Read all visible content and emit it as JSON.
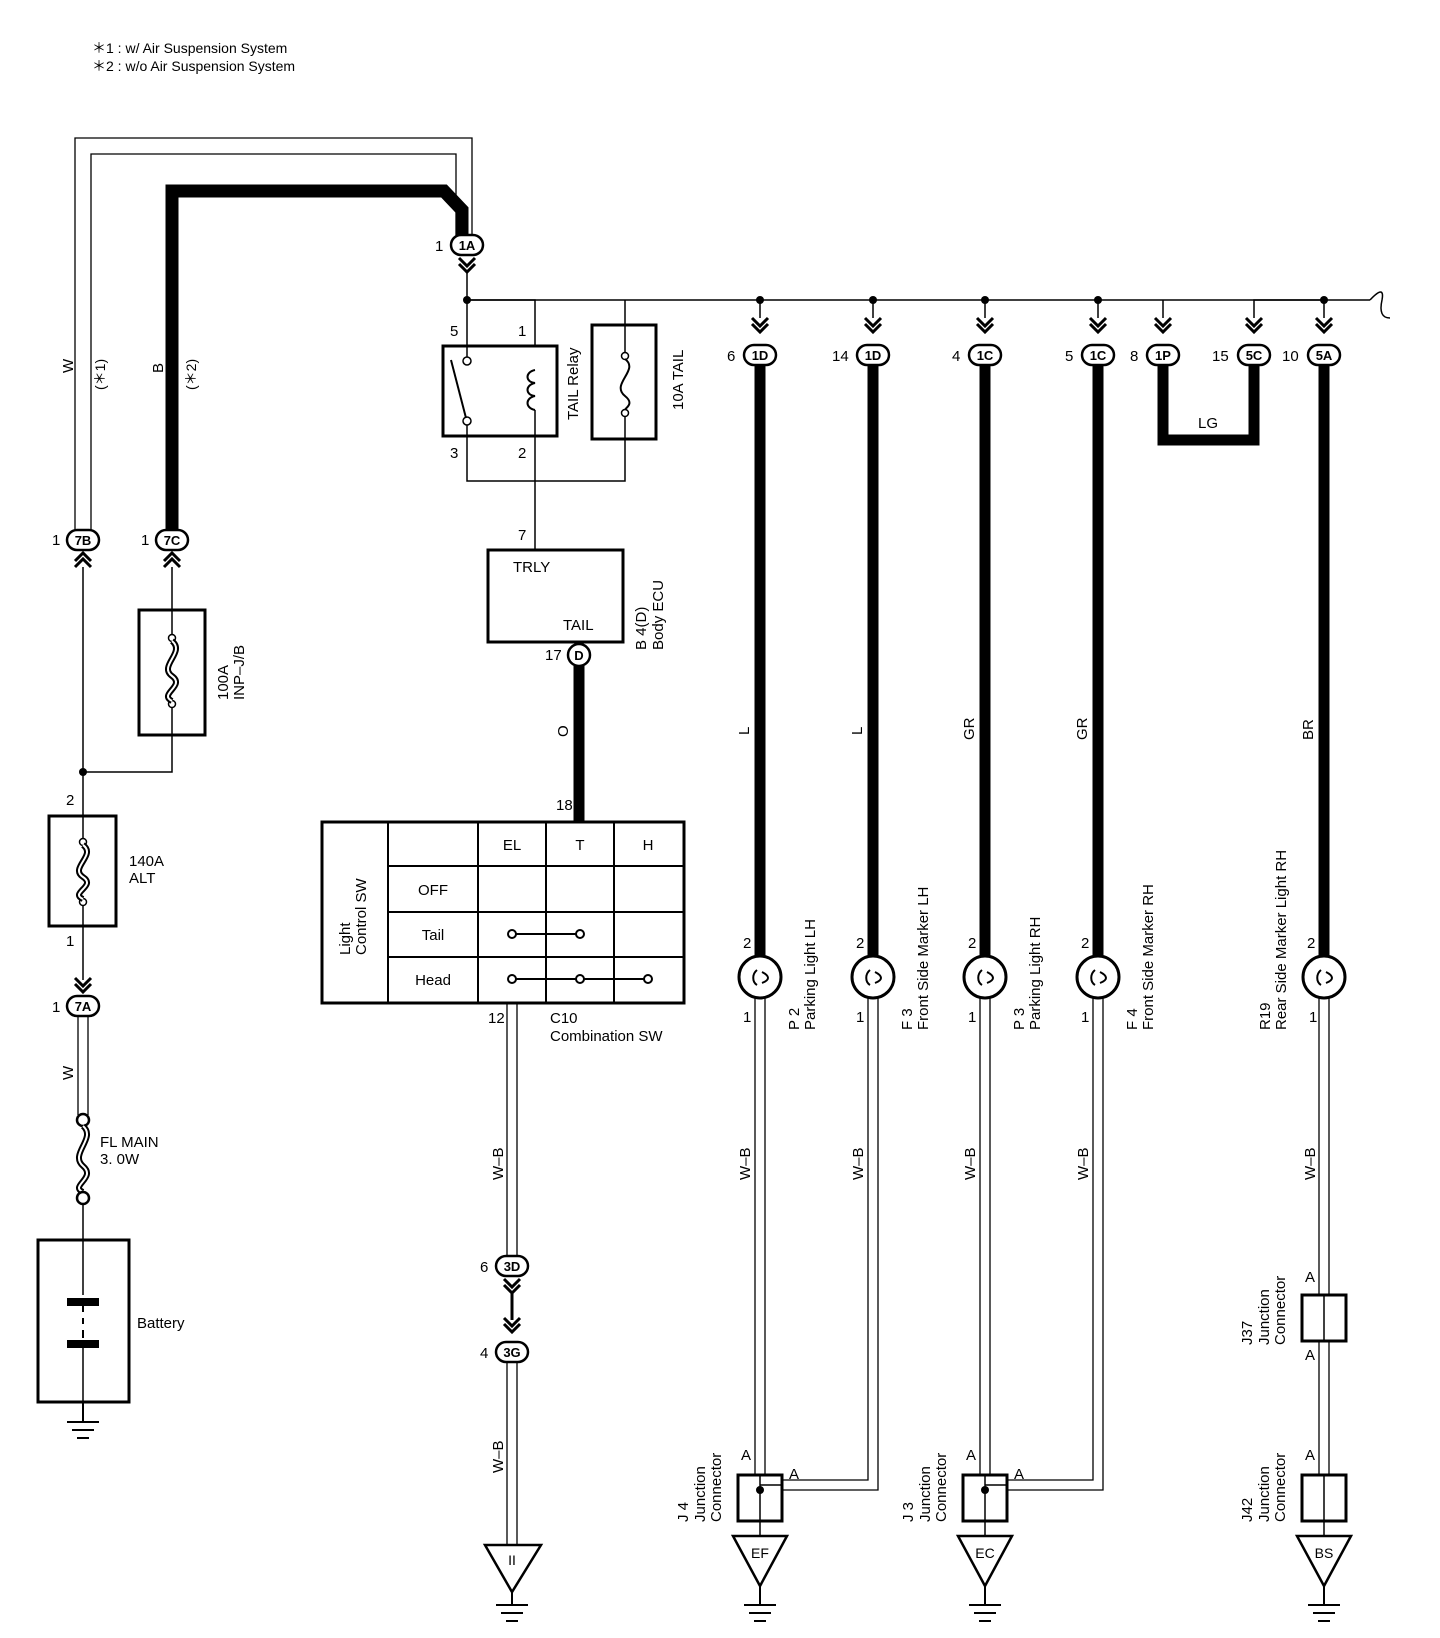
{
  "notes": [
    "＊1 : w/ Air Suspension System",
    "＊2 : w/o Air Suspension System"
  ],
  "wires": {
    "w_left": "W",
    "note1": "(＊1)",
    "b_left": "B",
    "note2": "(＊2)",
    "w_bottom": "W",
    "orange": "O",
    "lg": "LG",
    "l1": "L",
    "l2": "L",
    "gr1": "GR",
    "gr2": "GR",
    "br": "BR",
    "wb1": "W–B",
    "wb2": "W–B",
    "wb3": "W–B",
    "wb4": "W–B",
    "wb5": "W–B",
    "wb6": "W–B",
    "wb7": "W–B"
  },
  "connectors": {
    "c1a": "1A",
    "c7b": "7B",
    "c7c": "7C",
    "c7a": "7A",
    "c1d_a": "1D",
    "c1d_b": "1D",
    "c1c_a": "1C",
    "c1c_b": "1C",
    "c1p": "1P",
    "c5c": "5C",
    "c5a": "5A",
    "cd": "D",
    "c3d": "3D",
    "c3g": "3G"
  },
  "pins": {
    "p1a": "1",
    "p7b": "1",
    "p7c": "1",
    "p7a": "1",
    "relay5": "5",
    "relay1": "1",
    "relay3": "3",
    "relay2": "2",
    "ecu7": "7",
    "ecu17": "17",
    "sw18": "18",
    "sw12": "12",
    "alt2": "2",
    "alt1": "1",
    "pin6": "6",
    "pin14": "14",
    "pin4": "4",
    "pin5": "5",
    "pin8": "8",
    "pin15": "15",
    "pin10": "10",
    "pin6b": "6",
    "pin4b": "4",
    "l1_2": "2",
    "l1_1": "1",
    "l2_2": "2",
    "l2_1": "1",
    "l3_2": "2",
    "l3_1": "1",
    "l4_2": "2",
    "l4_1": "1",
    "l5_2": "2",
    "l5_1": "1",
    "j4a1": "A",
    "j4a2": "A",
    "j3a1": "A",
    "j3a2": "A",
    "j37a1": "A",
    "j37a2": "A",
    "j42a": "A"
  },
  "components": {
    "tail_relay": "TAIL Relay",
    "fuse_tail": "10A TAIL",
    "ecu_trly": "TRLY",
    "ecu_tail": "TAIL",
    "ecu_id": "B 4(D)",
    "ecu_name": "Body ECU",
    "fuse100_a": "100A",
    "fuse100_b": "INP–J/B",
    "fuse140_a": "140A",
    "fuse140_b": "ALT",
    "flmain_a": "FL MAIN",
    "flmain_b": "3. 0W",
    "battery": "Battery",
    "sw_id": "C10",
    "sw_name": "Combination SW",
    "sw_title_a": "Light",
    "sw_title_b": "Control SW",
    "sw_cols": [
      "EL",
      "T",
      "H"
    ],
    "sw_rows": [
      "OFF",
      "Tail",
      "Head"
    ]
  },
  "lights": [
    {
      "id": "P 2",
      "name": "Parking Light LH"
    },
    {
      "id": "F 3",
      "name": "Front Side Marker LH"
    },
    {
      "id": "P 3",
      "name": "Parking Light RH"
    },
    {
      "id": "F 4",
      "name": "Front Side Marker RH"
    },
    {
      "id": "R19",
      "name": "Rear Side Marker Light RH"
    }
  ],
  "junctions": {
    "j4_id": "J 4",
    "j4_a": "Junction",
    "j4_b": "Connector",
    "j3_id": "J 3",
    "j3_a": "Junction",
    "j3_b": "Connector",
    "j37_id": "J37",
    "j37_a": "Junction",
    "j37_b": "Connector",
    "j42_id": "J42",
    "j42_a": "Junction",
    "j42_b": "Connector"
  },
  "grounds": {
    "g1": "II",
    "g2": "EF",
    "g3": "EC",
    "g4": "BS"
  }
}
